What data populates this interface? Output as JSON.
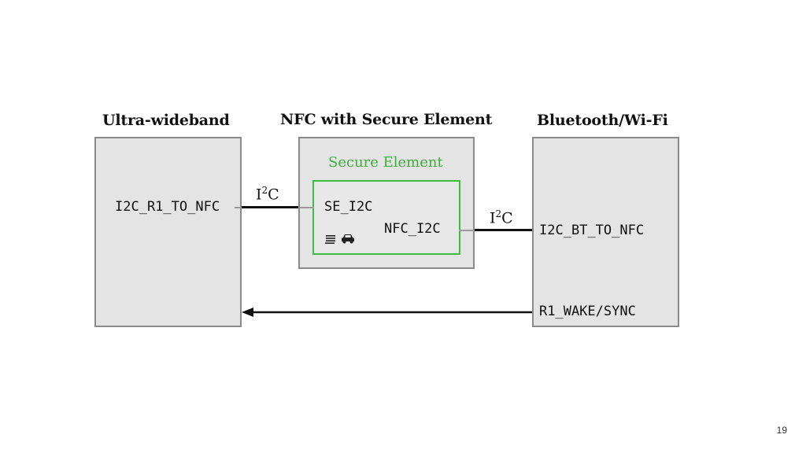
{
  "diagram": {
    "headings": {
      "uwb": "Ultra-wideband",
      "nfc": "NFC with Secure Element",
      "bt": "Bluetooth/Wi-Fi"
    },
    "secure_element": {
      "title": "Secure Element",
      "se_pin": "SE_I2C",
      "nfc_pin": "NFC_I2C"
    },
    "pins": {
      "uwb_i2c": "I2C_R1_TO_NFC",
      "bt_i2c": "I2C_BT_TO_NFC",
      "bt_wake": "R1_WAKE/SYNC"
    },
    "bus_labels": {
      "left": {
        "base": "I",
        "sup": "2",
        "suffix": "C"
      },
      "right": {
        "base": "I",
        "sup": "2",
        "suffix": "C"
      }
    },
    "icons": [
      "list-lines-icon",
      "car-icon"
    ]
  },
  "slide_number": "19"
}
